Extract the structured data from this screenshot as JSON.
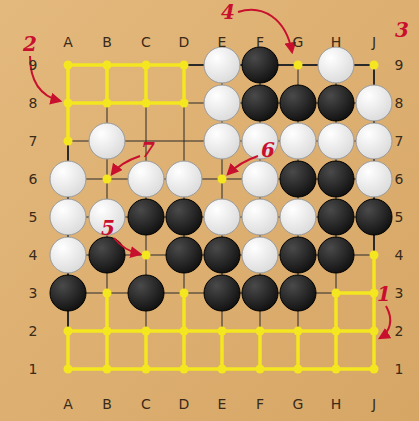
{
  "diagram": {
    "labels": [
      "A",
      "B",
      "C",
      "D",
      "E",
      "F",
      "G",
      "H",
      "J",
      "A",
      "B",
      "C",
      "D",
      "E",
      "F",
      "G",
      "H",
      "J",
      "9",
      "8",
      "7",
      "6",
      "5",
      "4",
      "3",
      "2",
      "1",
      "9",
      "8",
      "7",
      "6",
      "5",
      "4",
      "3",
      "2",
      "1",
      "1",
      "2",
      "3",
      "4",
      "5",
      "6",
      "7"
    ]
  }
}
